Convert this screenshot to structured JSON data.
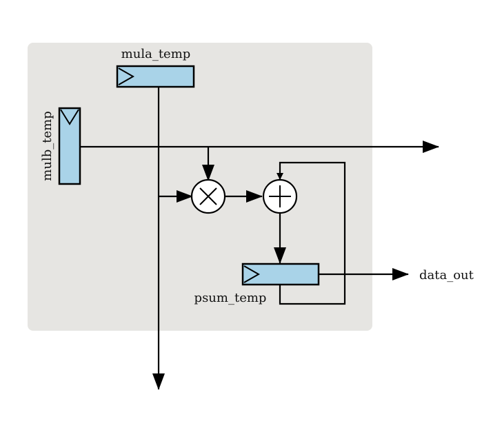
{
  "labels": {
    "mula_reg": "mula_temp",
    "mulb_reg": "mulb_temp",
    "psum_reg": "psum_temp",
    "output": "data_out"
  },
  "colors": {
    "background_panel": "#e6e5e2",
    "register_fill": "#a9d3e8",
    "line": "#000000"
  },
  "operators": {
    "multiplier": "multiply-symbol",
    "adder": "add-symbol"
  }
}
